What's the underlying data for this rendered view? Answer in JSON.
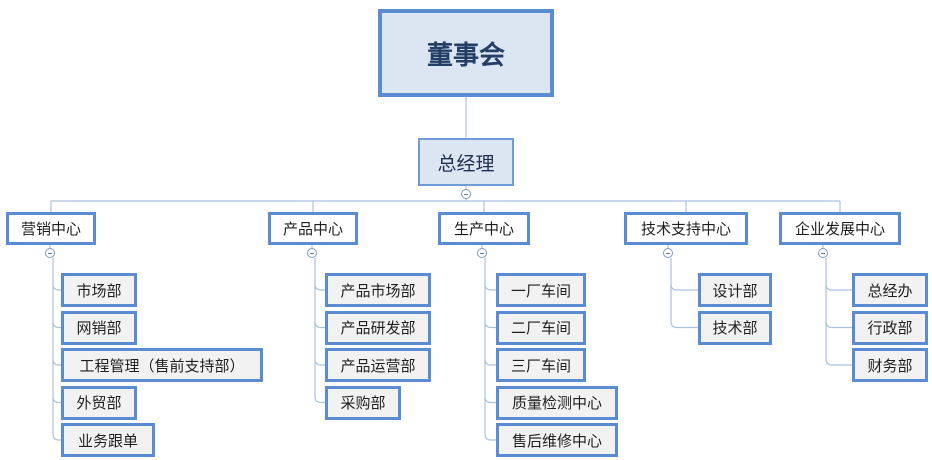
{
  "org_chart": {
    "root": {
      "label": "董事会"
    },
    "general_manager": {
      "label": "总经理"
    },
    "centers": [
      {
        "label": "营销中心",
        "departments": [
          "市场部",
          "网销部",
          "工程管理（售前支持部）",
          "外贸部",
          "业务跟单"
        ]
      },
      {
        "label": "产品中心",
        "departments": [
          "产品市场部",
          "产品研发部",
          "产品运营部",
          "采购部"
        ]
      },
      {
        "label": "生产中心",
        "departments": [
          "一厂车间",
          "二厂车间",
          "三厂车间",
          "质量检测中心",
          "售后维修中心"
        ]
      },
      {
        "label": "技术支持中心",
        "departments": [
          "设计部",
          "技术部"
        ]
      },
      {
        "label": "企业发展中心",
        "departments": [
          "总经办",
          "行政部",
          "财务部"
        ]
      }
    ]
  },
  "colors": {
    "box_border": "#5b8bd1",
    "root_fill": "#dce6f2",
    "department_fill": "#f2f2f2",
    "connector": "#a9c1e0",
    "title_text": "#243f66"
  },
  "icons": {
    "collapse": "minus-circle-icon"
  }
}
